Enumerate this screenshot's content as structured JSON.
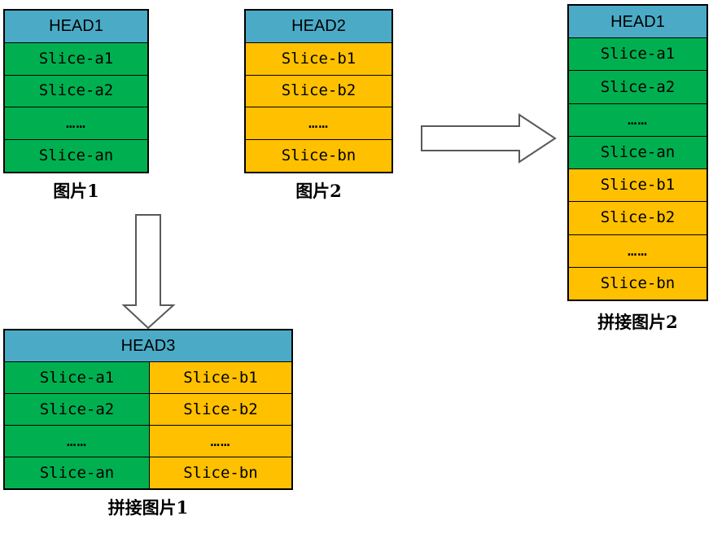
{
  "diagram": {
    "title": "Image slice concatenation diagram",
    "colors": {
      "header_blue": "#4BABC7",
      "slice_green": "#00B050",
      "slice_orange": "#FFC000",
      "border": "#000000",
      "arrow_outline": "#595959",
      "background": "#FFFFFF"
    },
    "ellipsis": "……"
  },
  "image1": {
    "caption": "图片1",
    "header": "HEAD1",
    "rows": [
      {
        "label": "Slice-a1",
        "color": "green"
      },
      {
        "label": "Slice-a2",
        "color": "green"
      },
      {
        "label": "……",
        "color": "green"
      },
      {
        "label": "Slice-an",
        "color": "green"
      }
    ]
  },
  "image2": {
    "caption": "图片2",
    "header": "HEAD2",
    "rows": [
      {
        "label": "Slice-b1",
        "color": "orange"
      },
      {
        "label": "Slice-b2",
        "color": "orange"
      },
      {
        "label": "……",
        "color": "orange"
      },
      {
        "label": "Slice-bn",
        "color": "orange"
      }
    ]
  },
  "merged_vertical": {
    "caption": "拼接图片2",
    "header": "HEAD1",
    "rows": [
      {
        "label": "Slice-a1",
        "color": "green"
      },
      {
        "label": "Slice-a2",
        "color": "green"
      },
      {
        "label": "……",
        "color": "green"
      },
      {
        "label": "Slice-an",
        "color": "green"
      },
      {
        "label": "Slice-b1",
        "color": "orange"
      },
      {
        "label": "Slice-b2",
        "color": "orange"
      },
      {
        "label": "……",
        "color": "orange"
      },
      {
        "label": "Slice-bn",
        "color": "orange"
      }
    ]
  },
  "merged_horizontal": {
    "caption": "拼接图片1",
    "header": "HEAD3",
    "rows": [
      {
        "left": "Slice-a1",
        "right": "Slice-b1"
      },
      {
        "left": "Slice-a2",
        "right": "Slice-b2"
      },
      {
        "left": "……",
        "right": "……"
      },
      {
        "left": "Slice-an",
        "right": "Slice-bn"
      }
    ]
  },
  "arrows": {
    "right": {
      "name": "right-block-arrow",
      "direction": "right"
    },
    "down": {
      "name": "down-block-arrow",
      "direction": "down"
    }
  }
}
